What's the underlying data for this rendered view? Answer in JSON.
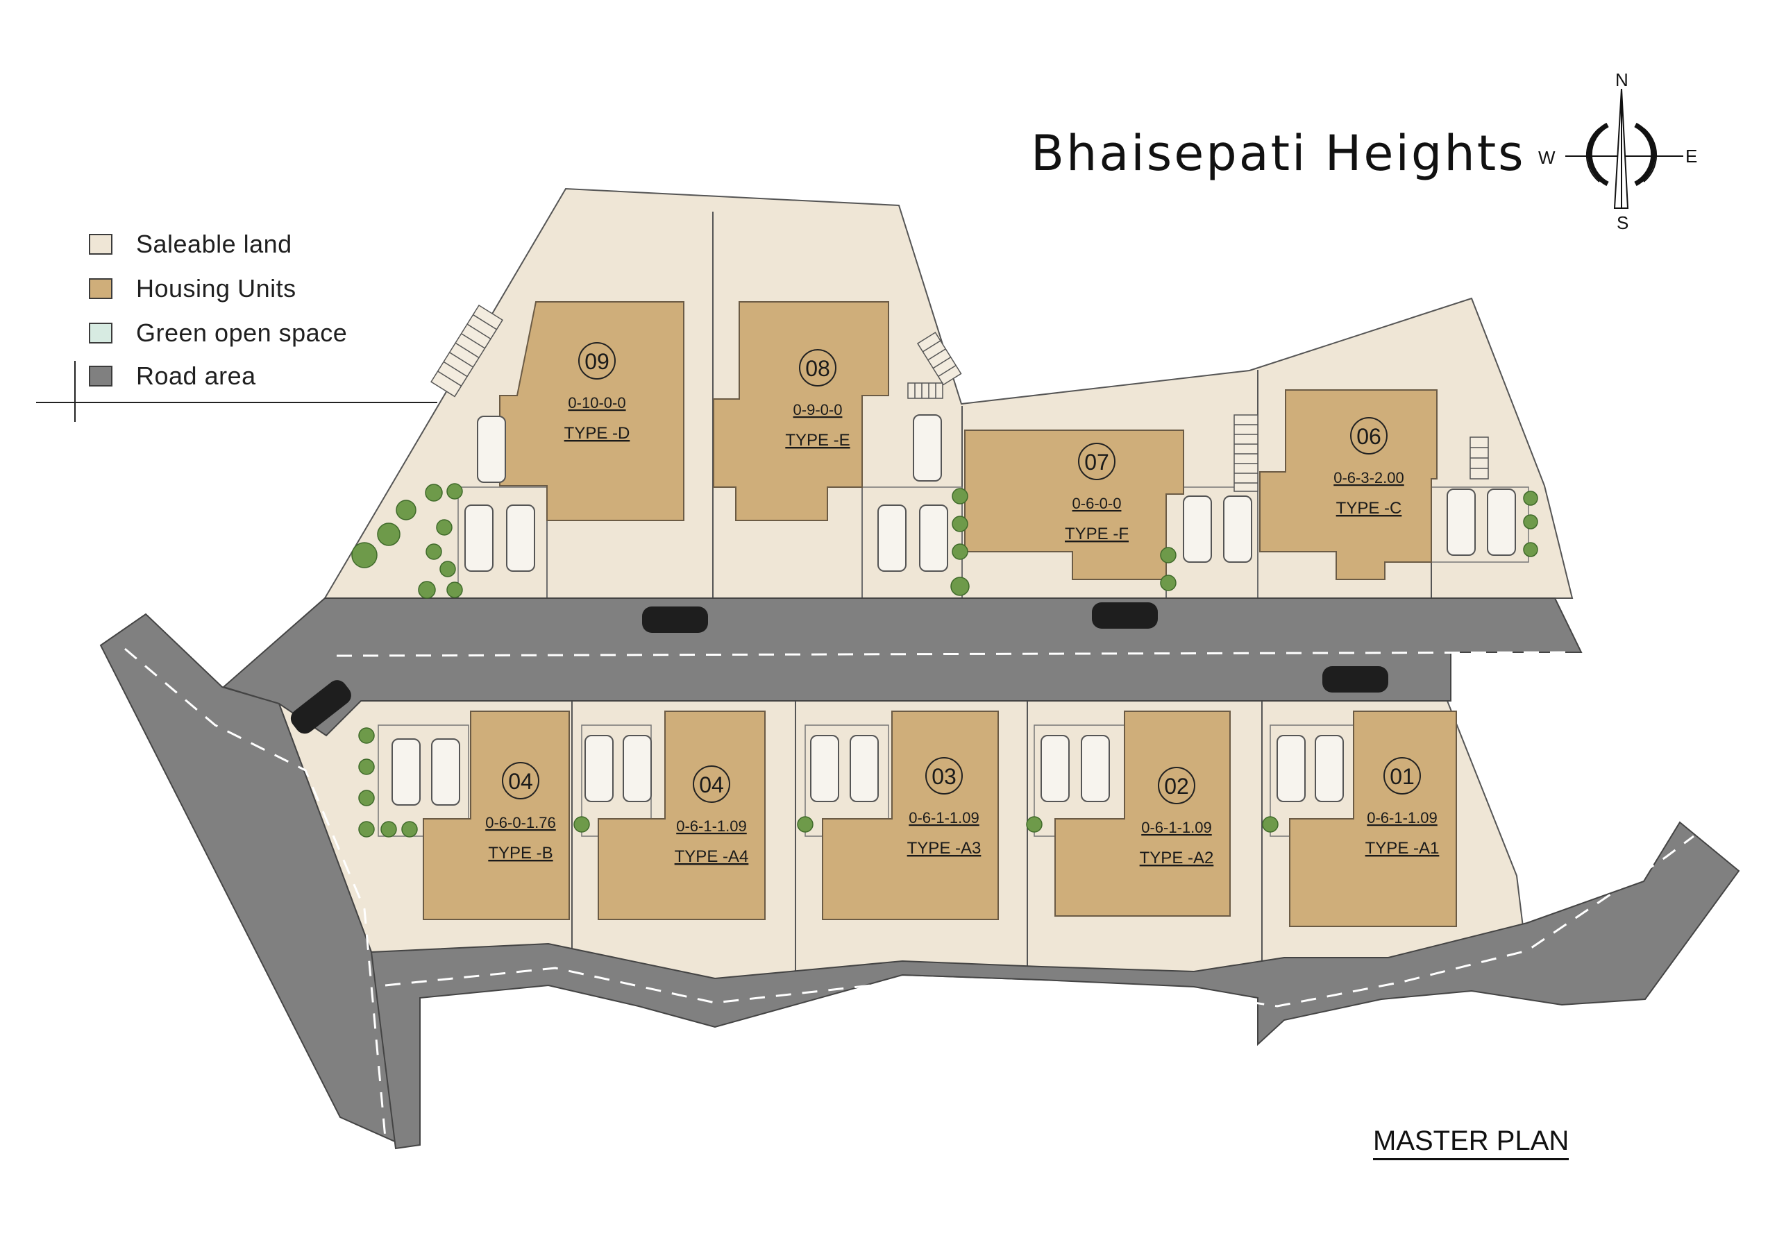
{
  "title": "Bhaisepati Heights",
  "subtitle": "MASTER PLAN",
  "legend": [
    {
      "label": "Saleable land",
      "color": "#efe6d6"
    },
    {
      "label": "Housing Units",
      "color": "#cfae7a"
    },
    {
      "label": "Green open space",
      "color": "#d7ebe2"
    },
    {
      "label": "Road area",
      "color": "#808080"
    }
  ],
  "compass": {
    "n": "N",
    "s": "S",
    "e": "E",
    "w": "W"
  },
  "plots": [
    {
      "number": "09",
      "area": "0-10-0-0",
      "type": "TYPE -D"
    },
    {
      "number": "08",
      "area": "0-9-0-0",
      "type": "TYPE -E"
    },
    {
      "number": "07",
      "area": "0-6-0-0",
      "type": "TYPE -F"
    },
    {
      "number": "06",
      "area": "0-6-3-2.00",
      "type": "TYPE -C"
    },
    {
      "number": "04",
      "area": "0-6-0-1.76",
      "type": "TYPE -B"
    },
    {
      "number": "04",
      "area": "0-6-1-1.09",
      "type": "TYPE -A4"
    },
    {
      "number": "03",
      "area": "0-6-1-1.09",
      "type": "TYPE -A3"
    },
    {
      "number": "02",
      "area": "0-6-1-1.09",
      "type": "TYPE -A2"
    },
    {
      "number": "01",
      "area": "0-6-1-1.09",
      "type": "TYPE -A1"
    }
  ],
  "colors": {
    "land": "#efe6d6",
    "house": "#cfae7a",
    "road": "#808080",
    "green": "#6e9a4a"
  }
}
